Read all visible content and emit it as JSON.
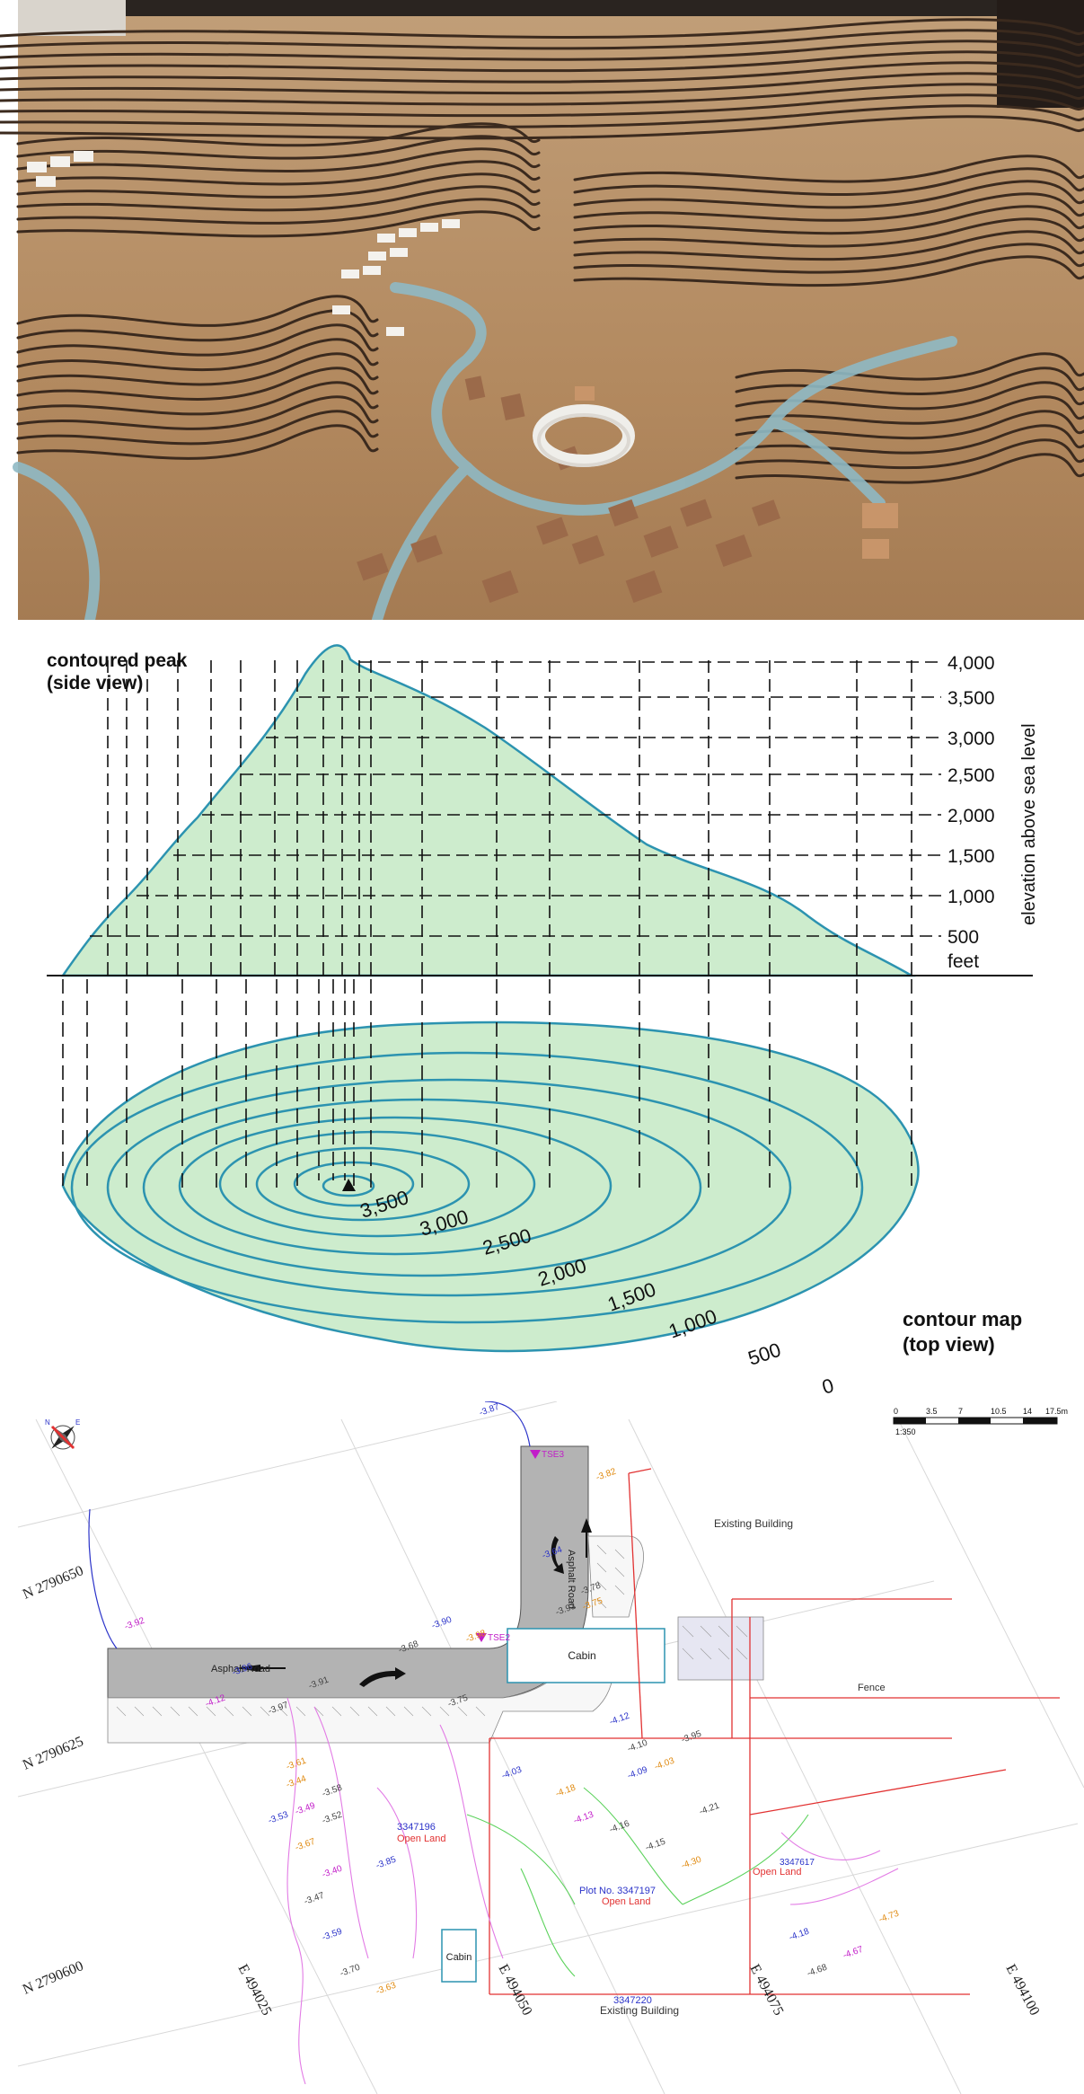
{
  "side_view": {
    "title_line1": "contoured peak",
    "title_line2": "(side view)",
    "elevations": [
      "4,000",
      "3,500",
      "3,000",
      "2,500",
      "2,000",
      "1,500",
      "1,000",
      "500"
    ],
    "unit": "feet",
    "axis_label": "elevation above sea level"
  },
  "top_view": {
    "title_line1": "contour map",
    "title_line2": "(top view)",
    "contour_labels": [
      "3,500",
      "3,000",
      "2,500",
      "2,000",
      "1,500",
      "1,000",
      "500",
      "0"
    ]
  },
  "survey": {
    "scale_ticks": [
      "0",
      "3.5",
      "7",
      "10.5",
      "14",
      "17.5m"
    ],
    "scale_ratio": "1:350",
    "north_labels": [
      "N 2790650",
      "N 2790625",
      "N 2790600"
    ],
    "east_labels": [
      "E 494025",
      "E 494050",
      "E 494075",
      "E 494100"
    ],
    "road_label_horizontal": "Asphalt Road",
    "road_label_vertical": "Asphalt Road",
    "existing_building_top": "Existing Building",
    "existing_building_bottom": "Existing Building",
    "cabin_large": "Cabin",
    "cabin_small": "Cabin",
    "fence": "Fence",
    "plot_left_no": "3347196",
    "plot_left_use": "Open Land",
    "plot_mid_no": "Plot No. 3347197",
    "plot_mid_use": "Open Land",
    "plot_right_no": "3347617",
    "plot_right_use": "Open Land",
    "plot_bottom_no": "3347220",
    "station_1": "TSE3",
    "station_2": "TSE2",
    "spot_heights": [
      "3.87",
      "3.82",
      "3.92",
      "3.68",
      "3.64",
      "3.93",
      "3.98",
      "3.78",
      "3.90",
      "3.75",
      "4.12",
      "3.97",
      "3.96",
      "3.91",
      "3.61",
      "3.58",
      "3.53",
      "3.67",
      "3.40",
      "3.47",
      "3.59",
      "3.70",
      "3.63",
      "3.75",
      "4.03",
      "4.18",
      "4.13",
      "4.16",
      "4.09",
      "4.15",
      "4.30",
      "4.21",
      "4.18",
      "4.73",
      "4.67",
      "4.68",
      "4.12",
      "4.10",
      "4.03",
      "3.95",
      "3.85",
      "3.44",
      "3.49",
      "3.52"
    ],
    "colors": {
      "road": "#b3b3b3",
      "contour_pink": "#e27be5",
      "contour_green": "#5bd25b",
      "boundary_red": "#e23232",
      "label_blue": "#2b33c9",
      "label_orange": "#e08a10"
    }
  },
  "colors": {
    "mound_fill": "#cdeccd",
    "contour_stroke": "#2c93b0",
    "model_base": "#c49a6c"
  }
}
